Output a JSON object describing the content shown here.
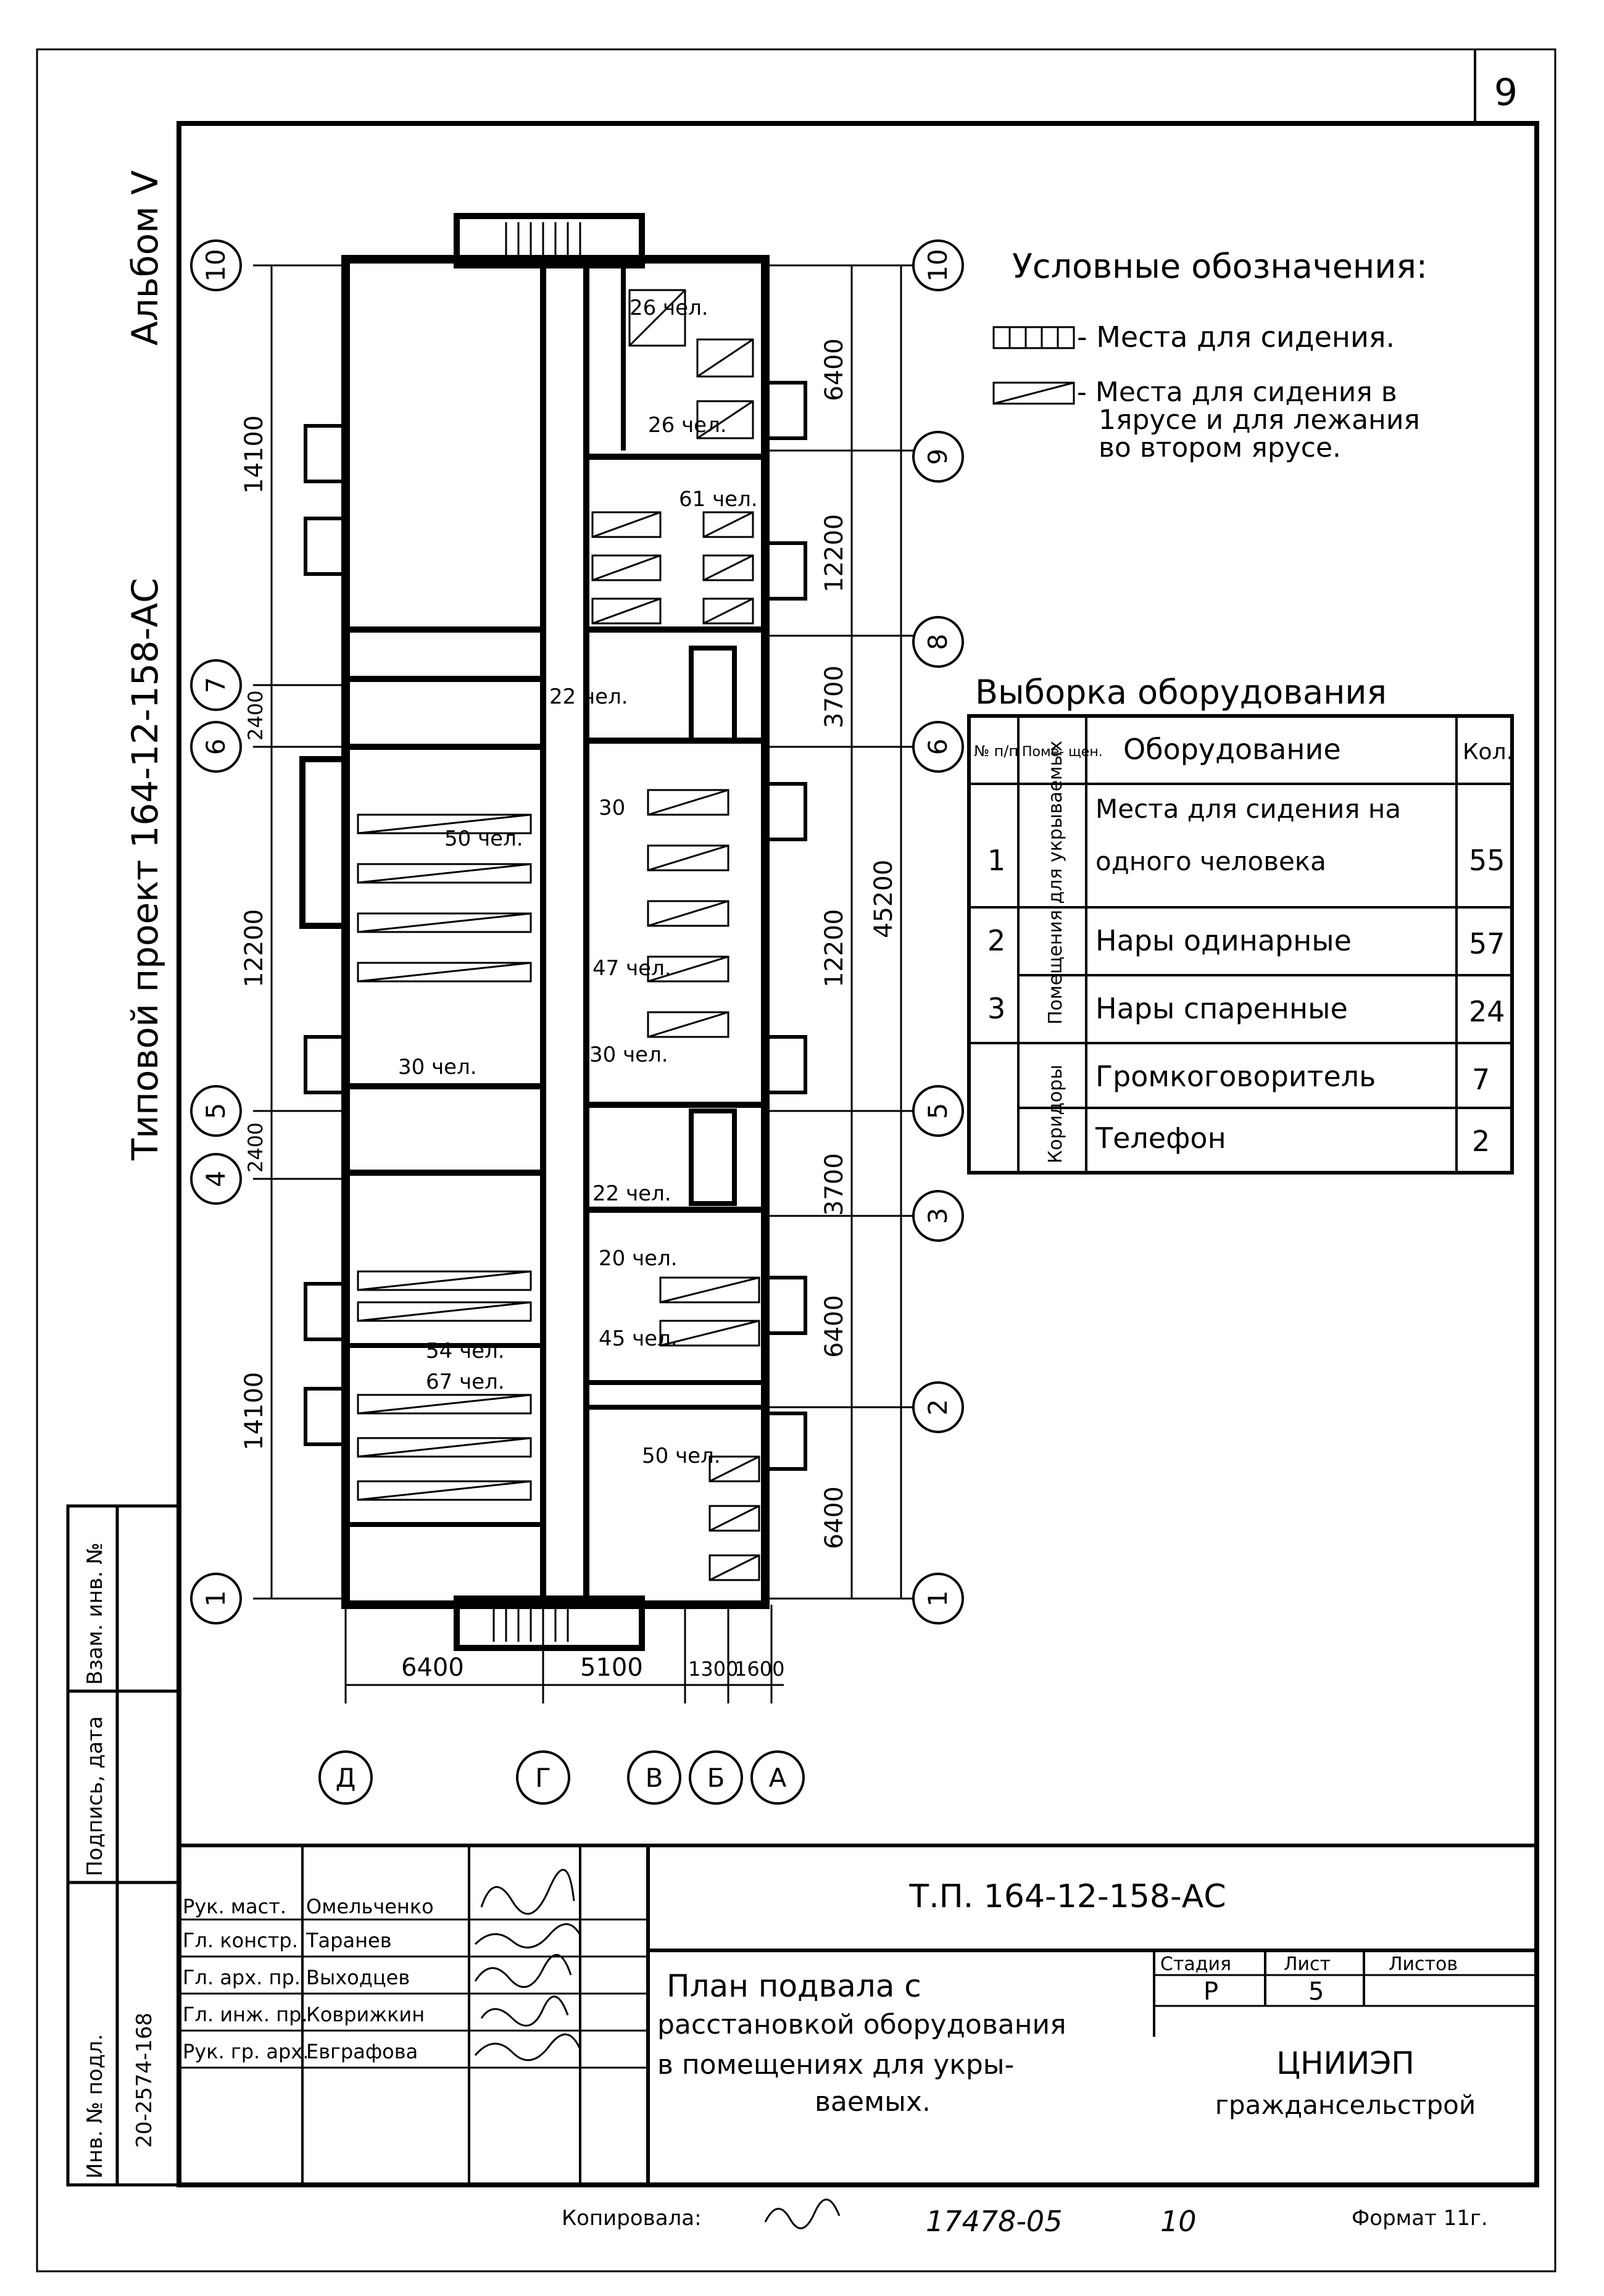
{
  "sheet_number": "9",
  "album": "Альбом Ⅴ",
  "project_vertical": "Типовой проект 164-12-158-АС",
  "legend": {
    "title": "Условные обозначения:",
    "item1": "- Места для сидения.",
    "item2_line1": "- Места для сидения в",
    "item2_line2": "1ярусе и для лежания",
    "item2_line3": "во втором ярусе."
  },
  "equipment": {
    "title": "Выборка оборудования",
    "head_num": "№ п/п",
    "head_room": "Поме- щен.",
    "head_equipment": "Оборудование",
    "head_qty": "Кол.",
    "group1": "Помещения для укрываемых",
    "group2": "Коридоры",
    "rows": [
      {
        "num": "1",
        "line1": "Места для сидения на",
        "line2": "одного человека",
        "qty": "55"
      },
      {
        "num": "2",
        "line1": "Нары одинарные",
        "line2": "",
        "qty": "57"
      },
      {
        "num": "3",
        "line1": "Нары спаренные",
        "line2": "",
        "qty": "24"
      },
      {
        "num": "",
        "line1": "Громкоговоритель",
        "line2": "",
        "qty": "7"
      },
      {
        "num": "",
        "line1": "Телефон",
        "line2": "",
        "qty": "2"
      }
    ]
  },
  "axes": {
    "rows": [
      "10",
      "9",
      "8",
      "7",
      "6",
      "5",
      "4",
      "3",
      "2",
      "1"
    ],
    "cols": [
      "Д",
      "Г",
      "В",
      "Б",
      "А"
    ]
  },
  "dimensions": {
    "left_top": "14100",
    "left_mid": "12200",
    "left_bot": "14100",
    "left_2400a": "2400",
    "left_2400b": "2400",
    "right_6400a": "6400",
    "right_12200a": "12200",
    "right_3700a": "3700",
    "right_12200b": "12200",
    "right_45200": "45200",
    "right_3700b": "3700",
    "right_6400b": "6400",
    "right_6400c": "6400",
    "bottom_6400": "6400",
    "bottom_5100": "5100",
    "bottom_1300": "1300",
    "bottom_1600": "1600"
  },
  "rooms": {
    "r1": "26 чел.",
    "r2": "26 чел.",
    "r3": "61 чел.",
    "r4": "22 чел.",
    "r5": "50 чел.",
    "r6": "30",
    "r7": "47 чел.",
    "r8": "30 чел.",
    "r9": "30 чел.",
    "r10": "22 чел.",
    "r11": "20 чел.",
    "r12": "45 чел.",
    "r13": "54 чел.",
    "r14": "67 чел.",
    "r15": "50 чел."
  },
  "title_block": {
    "code": "Т.П. 164-12-158-АС",
    "title_line1": "План подвала с",
    "title_line2": "расстановкой оборудования",
    "title_line3": "в помещениях для укры-",
    "title_line4": "ваемых.",
    "stage_label": "Стадия",
    "sheet_label": "Лист",
    "sheets_label": "Листов",
    "stage": "Р",
    "sheet": "5",
    "org_line1": "ЦНИИЭП",
    "org_line2": "граждансельстрой",
    "signers": [
      {
        "role": "Рук. маст.",
        "name": "Омельченко"
      },
      {
        "role": "Гл. констр.",
        "name": "Таранев"
      },
      {
        "role": "Гл. арх. пр.",
        "name": "Выходцев"
      },
      {
        "role": "Гл. инж. пр.",
        "name": "Коврижкин"
      },
      {
        "role": "Рук. гр. арх.",
        "name": "Евграфова"
      }
    ]
  },
  "side_stamp": {
    "inv_podl": "Инв. № подл.",
    "podpis": "Подпись, дата",
    "vzam": "Взам. инв. №",
    "inv_value": "20-2574-168"
  },
  "footer": {
    "copied": "Копировала:",
    "number": "17478-05",
    "sheet_no": "10",
    "format": "Формат 11г."
  }
}
